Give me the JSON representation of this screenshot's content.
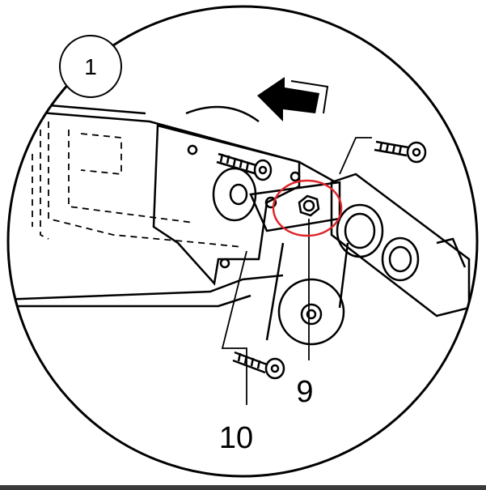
{
  "diagram": {
    "step_number": "1",
    "callouts": [
      {
        "label": "9"
      },
      {
        "label": "10"
      }
    ],
    "highlight_color": "#e0242a",
    "line_color": "#000000"
  }
}
